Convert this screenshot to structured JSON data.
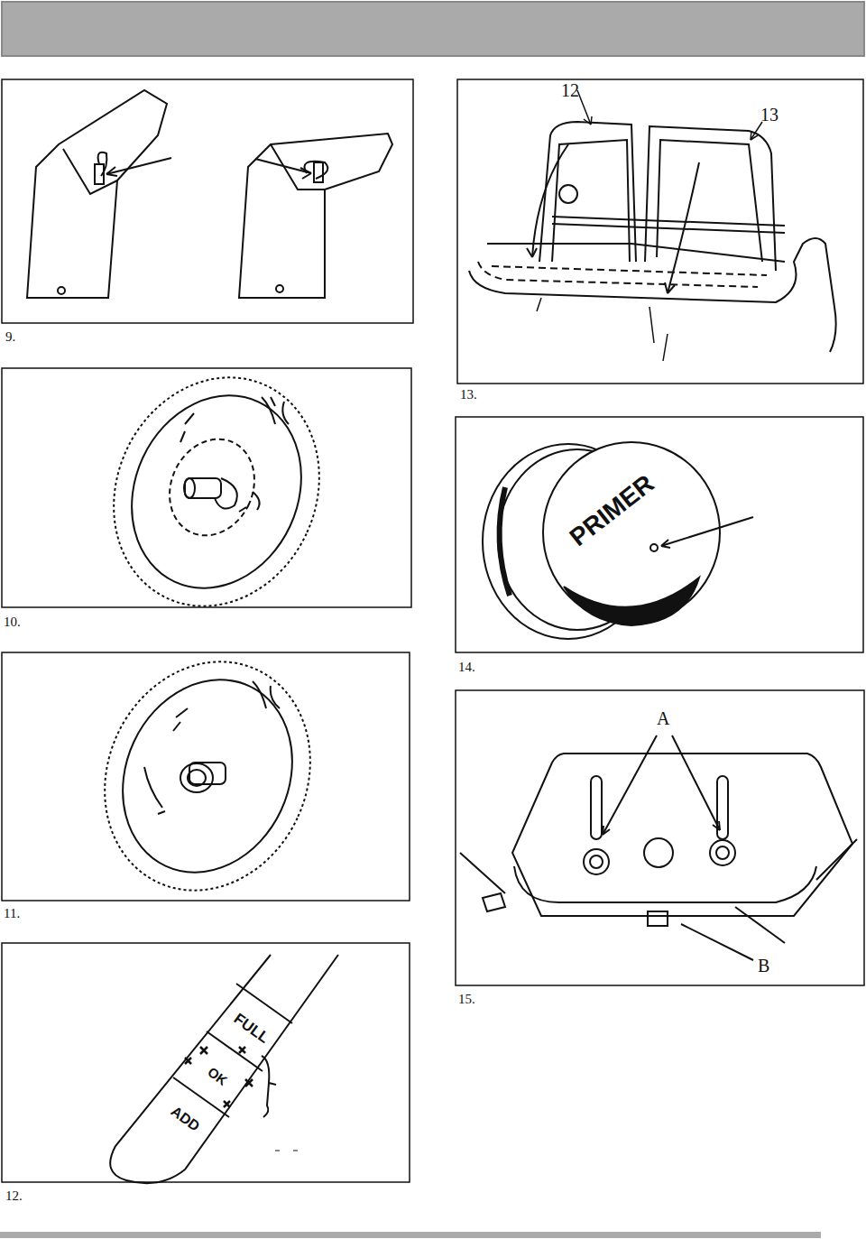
{
  "diagram": {
    "labels": [
      "12",
      "13",
      "9.",
      "13.",
      "PRIMER",
      "10.",
      "14.",
      "A",
      "11.",
      "B",
      "15.",
      "FULL",
      "OK",
      "ADD",
      "12."
    ]
  }
}
